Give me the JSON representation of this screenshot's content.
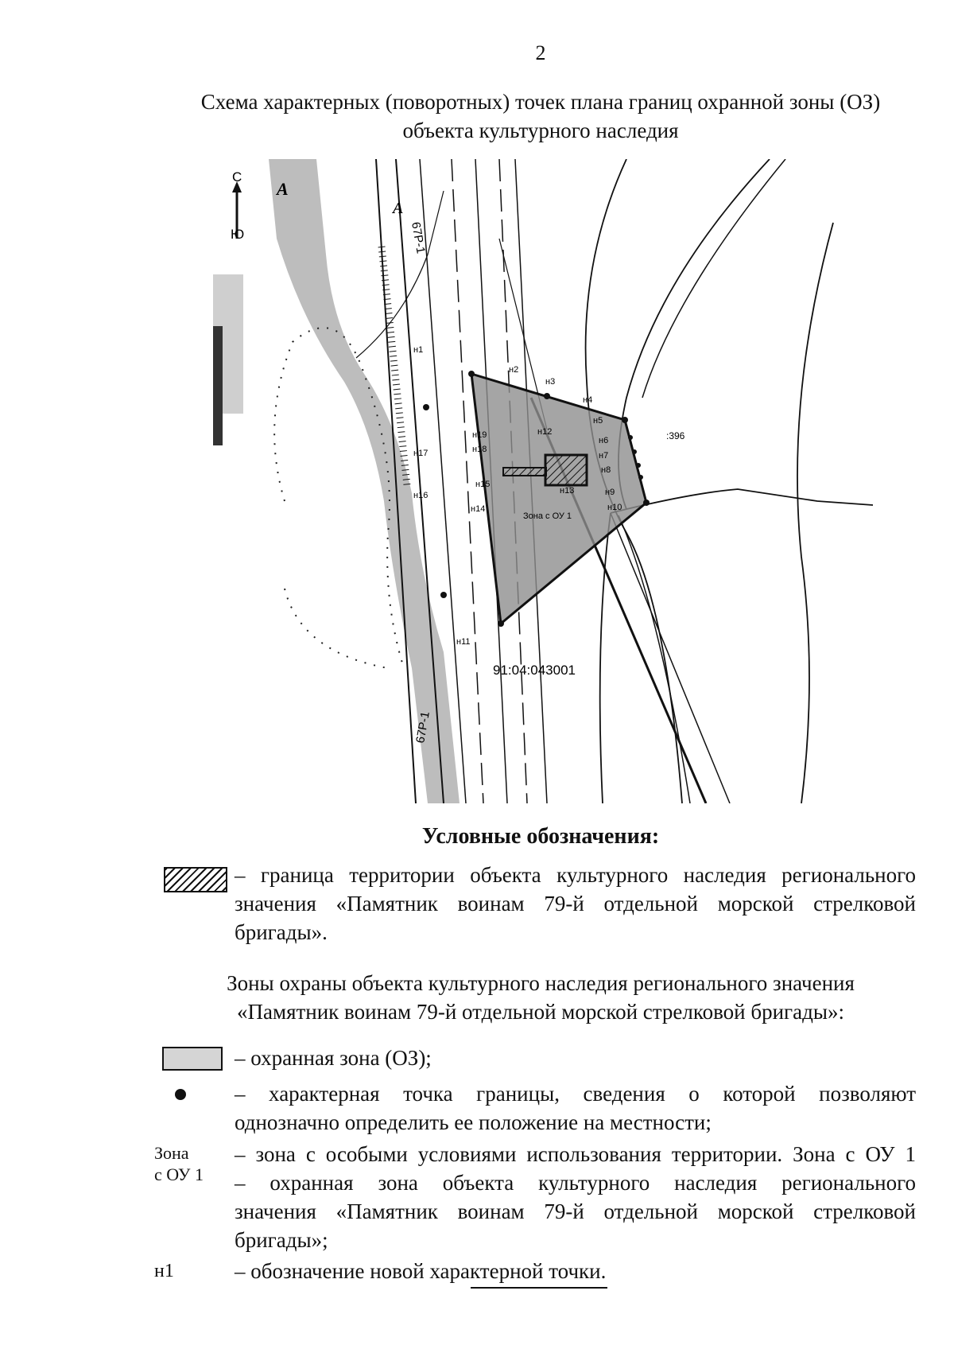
{
  "page": {
    "number": "2",
    "title_line1": "Схема характерных (поворотных) точек плана границ охранной зоны (ОЗ)",
    "title_line2": "объекта культурного наследия"
  },
  "map": {
    "compass_north": "С",
    "compass_south": "Ю",
    "road_label": "67Р-1",
    "road_letter": "А",
    "parcel_number": "91:04:043001",
    "parcel_short": ":396",
    "zone_label": "Зона с ОУ 1",
    "points": [
      "н1",
      "н2",
      "н3",
      "н4",
      "н5",
      "н6",
      "н7",
      "н8",
      "н9",
      "н10",
      "н11",
      "н12",
      "н13",
      "н14",
      "н15",
      "н16",
      "н17",
      "н18",
      "н19"
    ],
    "colors": {
      "zone_fill": "#8a8a8a",
      "background": "#ffffff",
      "lines": "#111111"
    }
  },
  "legend": {
    "heading": "Условные обозначения:",
    "territory_line1": "– граница территории объекта культурного наследия регионального",
    "territory_line2": "значения «Памятник воинам 79-й отдельной морской стрелковой",
    "territory_line3": "бригады».",
    "zones_title_line1": "Зоны охраны объекта культурного наследия регионального значения",
    "zones_title_line2": "«Памятник воинам 79-й отдельной морской стрелковой бригады»:",
    "oz_text": "– охранная зона (ОЗ);",
    "point_line1": "– характерная точка границы, сведения о которой позволяют",
    "point_line2": "однозначно определить ее положение на местности;",
    "zone_label_1": "Зона",
    "zone_label_2": "с ОУ 1",
    "zone_line1": "– зона с особыми условиями использования территории. Зона с ОУ 1",
    "zone_line2": "– охранная зона объекта культурного наследия регионального",
    "zone_line3": "значения «Памятник воинам 79-й отдельной морской стрелковой",
    "zone_line4": "бригады»;",
    "new_point_label": "н1",
    "new_point_text": "– обозначение новой характерной точки."
  }
}
